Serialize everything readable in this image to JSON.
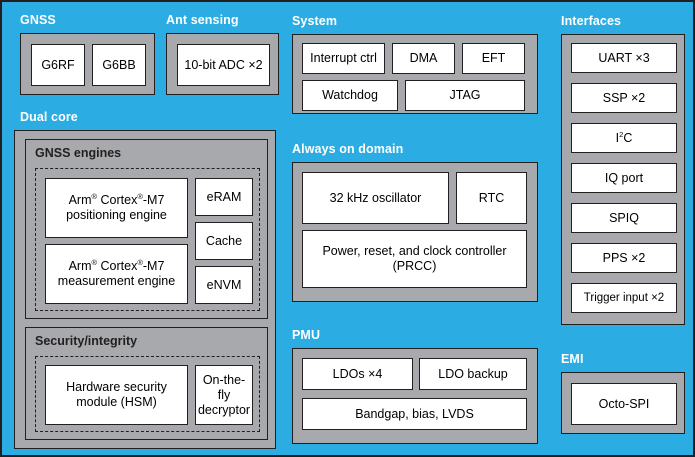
{
  "colors": {
    "panel_blue": "#2bace3",
    "group_gray": "#a7a9ac",
    "cell_white": "#ffffff",
    "outline_dark": "#231f20",
    "title_white": "#ffffff",
    "label_black": "#000000"
  },
  "left_column": {
    "gnss": {
      "title": "GNSS",
      "cells": [
        {
          "label": "G6RF"
        },
        {
          "label": "G6BB"
        }
      ]
    },
    "ant_sensing": {
      "title": "Ant sensing",
      "cells": [
        {
          "label": "10-bit ADC ×2"
        }
      ]
    },
    "dual_core": {
      "title": "Dual core",
      "groups": [
        {
          "title": "GNSS engines",
          "engines": [
            {
              "line1_pre": "Arm",
              "line1_sup1": "®",
              "line1_mid": " Cortex",
              "line1_sup2": "®",
              "line1_post": "-M7",
              "line2": "positioning engine"
            },
            {
              "line1_pre": "Arm",
              "line1_sup1": "®",
              "line1_mid": " Cortex",
              "line1_sup2": "®",
              "line1_post": "-M7",
              "line2": "measurement engine"
            }
          ],
          "memories": [
            {
              "label": "eRAM"
            },
            {
              "label": "Cache"
            },
            {
              "label": "eNVM"
            }
          ]
        },
        {
          "title": "Security/integrity",
          "cells": [
            {
              "line1": "Hardware security",
              "line2": "module (HSM)"
            },
            {
              "line1": "On-the-fly",
              "line2": "decryptor"
            }
          ]
        }
      ]
    }
  },
  "middle_column": {
    "system": {
      "title": "System",
      "row1": [
        {
          "label": "Interrupt ctrl"
        },
        {
          "label": "DMA"
        },
        {
          "label": "EFT"
        }
      ],
      "row2": [
        {
          "label": "Watchdog"
        },
        {
          "label": "JTAG"
        }
      ]
    },
    "always_on_domain": {
      "title": "Always on domain",
      "row1": [
        {
          "label": "32 kHz oscillator"
        },
        {
          "label": "RTC"
        }
      ],
      "row2": [
        {
          "line1": "Power, reset, and clock controller",
          "line2": "(PRCC)"
        }
      ]
    },
    "pmu": {
      "title": "PMU",
      "row1": [
        {
          "label": "LDOs ×4"
        },
        {
          "label": "LDO backup"
        }
      ],
      "row2": [
        {
          "label": "Bandgap, bias, LVDS"
        }
      ]
    }
  },
  "right_column": {
    "interfaces": {
      "title": "Interfaces",
      "cells": [
        {
          "label": "UART ×3"
        },
        {
          "label": "SSP ×2"
        },
        {
          "label_pre": "I",
          "label_sup": "2",
          "label_post": "C"
        },
        {
          "label": "IQ port"
        },
        {
          "label": "SPIQ"
        },
        {
          "label": "PPS ×2"
        },
        {
          "label": "Trigger input ×2"
        }
      ]
    },
    "emi": {
      "title": "EMI",
      "cells": [
        {
          "label": "Octo-SPI"
        }
      ]
    }
  }
}
